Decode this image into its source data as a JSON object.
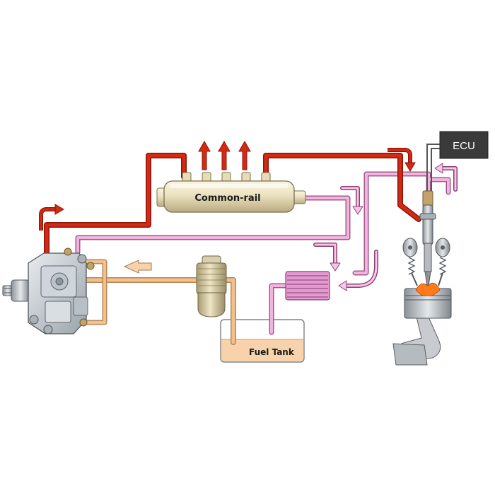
{
  "diagram": {
    "labels": {
      "common_rail": "Common-rail",
      "fuel_tank": "Fuel Tank",
      "ecu": "ECU"
    },
    "colors": {
      "high_pressure": "#d42a14",
      "return_line": "#e89ad0",
      "supply_line": "#f2c08a",
      "tank_fuel": "#f7d2ab",
      "ecu_box": "#3a3a3a",
      "rail_body": "#efe6c8",
      "flame": "#ff7a1a"
    },
    "components": [
      "high-pressure-pump",
      "common-rail",
      "fuel-filter",
      "fuel-tank",
      "fuel-cooler",
      "ecu",
      "injector",
      "engine-cylinder"
    ]
  }
}
